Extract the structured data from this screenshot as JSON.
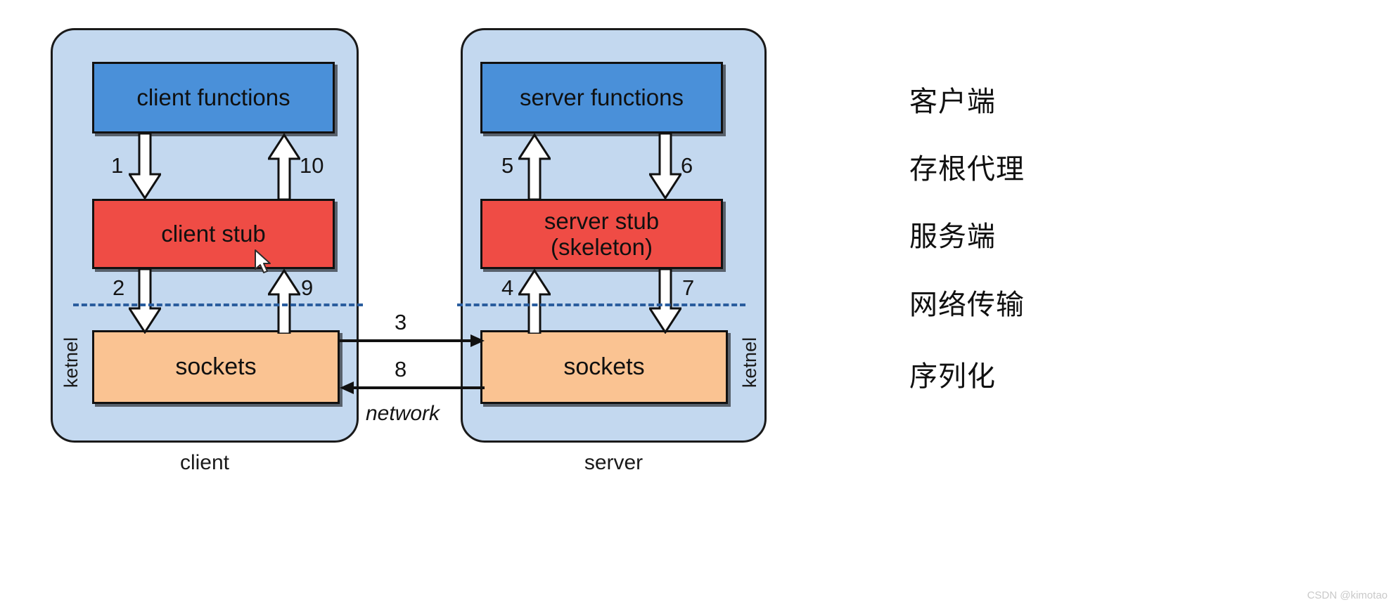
{
  "diagram": {
    "title": "RPC client-server stub diagram",
    "colors": {
      "host_fill": "#c3d8ef",
      "functions_fill": "#4a90d9",
      "stub_fill": "#ef4c45",
      "sockets_fill": "#fac392",
      "kernel_line": "#2a5d9e",
      "outline": "#111111"
    },
    "client_host": {
      "label": "client",
      "kernel_label": "ketnel",
      "boxes": {
        "functions": "client functions",
        "stub": "client stub",
        "sockets": "sockets"
      },
      "arrows": [
        {
          "id": "a1",
          "number": "1",
          "direction": "down",
          "from": "client functions",
          "to": "client stub"
        },
        {
          "id": "a10",
          "number": "10",
          "direction": "up",
          "from": "client stub",
          "to": "client functions"
        },
        {
          "id": "a2",
          "number": "2",
          "direction": "down",
          "from": "client stub",
          "to": "sockets"
        },
        {
          "id": "a9",
          "number": "9",
          "direction": "up",
          "from": "sockets",
          "to": "client stub"
        }
      ]
    },
    "server_host": {
      "label": "server",
      "kernel_label": "ketnel",
      "boxes": {
        "functions": "server functions",
        "stub_line1": "server stub",
        "stub_line2": "(skeleton)",
        "sockets": "sockets"
      },
      "arrows": [
        {
          "id": "a5",
          "number": "5",
          "direction": "up",
          "from": "server stub",
          "to": "server functions"
        },
        {
          "id": "a6",
          "number": "6",
          "direction": "down",
          "from": "server functions",
          "to": "server stub"
        },
        {
          "id": "a4",
          "number": "4",
          "direction": "up",
          "from": "sockets",
          "to": "server stub"
        },
        {
          "id": "a7",
          "number": "7",
          "direction": "down",
          "from": "server stub",
          "to": "sockets"
        }
      ]
    },
    "network": {
      "label": "network",
      "request": {
        "number": "3",
        "direction": "right"
      },
      "response": {
        "number": "8",
        "direction": "left"
      }
    },
    "annotations": [
      {
        "text": "客户端",
        "maps_to": "client functions"
      },
      {
        "text": "存根代理",
        "maps_to": "client stub"
      },
      {
        "text": "服务端",
        "maps_to": "server stub"
      },
      {
        "text": "网络传输",
        "maps_to": "kernel boundary / network"
      },
      {
        "text": "序列化",
        "maps_to": "sockets"
      }
    ],
    "watermark": "CSDN @kimotao"
  }
}
